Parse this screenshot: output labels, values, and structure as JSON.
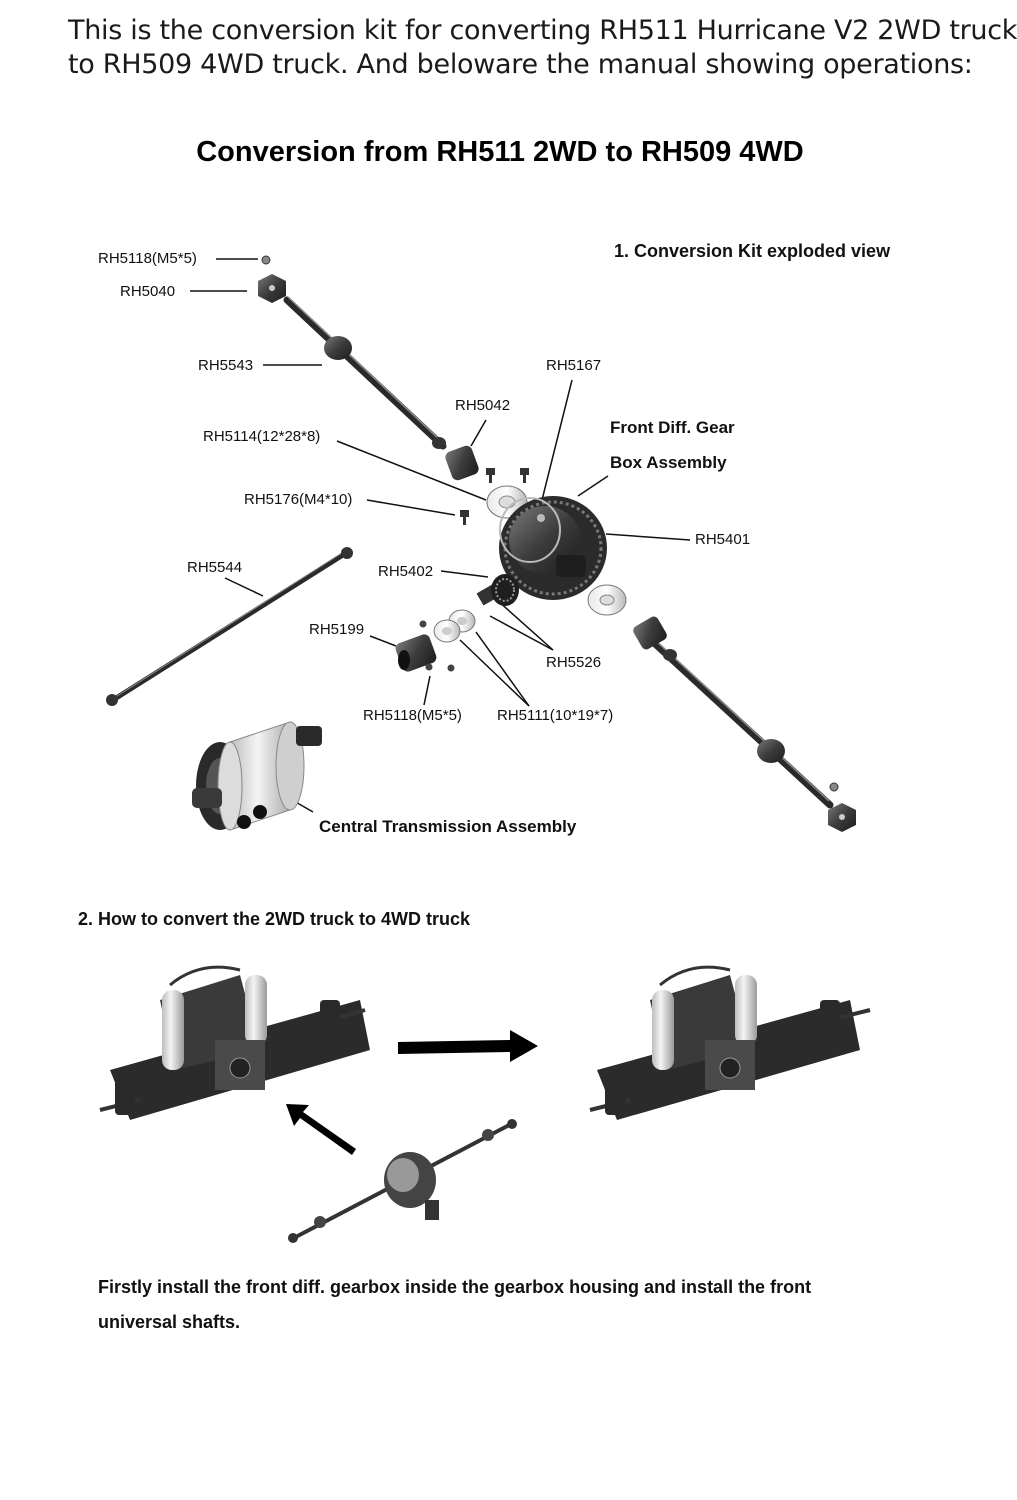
{
  "intro": {
    "line1": "This is the conversion kit for converting RH511 Hurricane V2 2WD truck",
    "line2": "to RH509 4WD truck. And beloware the manual showing operations:"
  },
  "title": "Conversion from RH511 2WD to RH509 4WD",
  "section1": {
    "heading": "1. Conversion Kit exploded view",
    "assembly_label_1": "Front Diff. Gear",
    "assembly_label_2": "Box Assembly",
    "central_label": "Central Transmission Assembly",
    "parts": {
      "rh5118_top": "RH5118(M5*5)",
      "rh5040": "RH5040",
      "rh5543": "RH5543",
      "rh5167": "RH5167",
      "rh5042": "RH5042",
      "rh5114": "RH5114(12*28*8)",
      "rh5176": "RH5176(M4*10)",
      "rh5401": "RH5401",
      "rh5544": "RH5544",
      "rh5402": "RH5402",
      "rh5199": "RH5199",
      "rh5526": "RH5526",
      "rh5118_bottom": "RH5118(M5*5)",
      "rh5111": "RH5111(10*19*7)"
    }
  },
  "section2": {
    "heading": "2. How to convert the 2WD truck to  4WD truck"
  },
  "instruction": {
    "line1": "Firstly install the front diff. gearbox inside the gearbox housing and install the front",
    "line2": "universal shafts."
  }
}
